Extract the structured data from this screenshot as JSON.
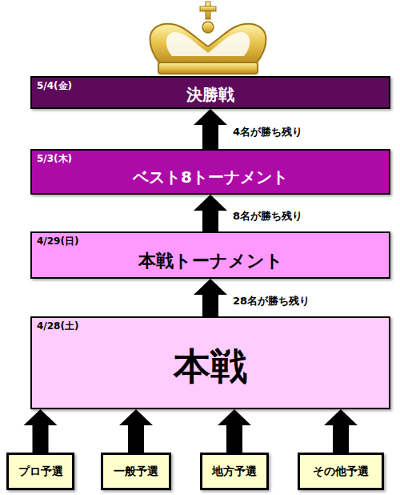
{
  "diagram": {
    "nodes": [
      {
        "text": [
          "5/4(金)",
          "決勝戦"
        ]
      },
      {
        "text": [
          "5/3(木)",
          "ベスト8トーナメント"
        ]
      },
      {
        "text": [
          "4/29(日)",
          "本戦トーナメント"
        ]
      },
      {
        "text": [
          "4/28(土)",
          "本戦"
        ]
      },
      {
        "text": [
          "プロ予選"
        ]
      },
      {
        "text": [
          "一般予選"
        ]
      },
      {
        "text": [
          "地方予選"
        ]
      },
      {
        "text": [
          "その他予選"
        ]
      }
    ],
    "edges": [
      {
        "from": 1,
        "to": 0,
        "label": "4名が勝ち残り",
        "arrow": "to"
      },
      {
        "from": 2,
        "to": 1,
        "label": "8名が勝ち残り",
        "arrow": "to"
      },
      {
        "from": 3,
        "to": 2,
        "label": "28名が勝ち残り",
        "arrow": "to"
      },
      {
        "from": 4,
        "to": 3,
        "arrow": "to"
      },
      {
        "from": 5,
        "to": 3,
        "arrow": "to"
      },
      {
        "from": 6,
        "to": 3,
        "arrow": "to"
      },
      {
        "from": 7,
        "to": 3,
        "arrow": "to"
      }
    ]
  }
}
